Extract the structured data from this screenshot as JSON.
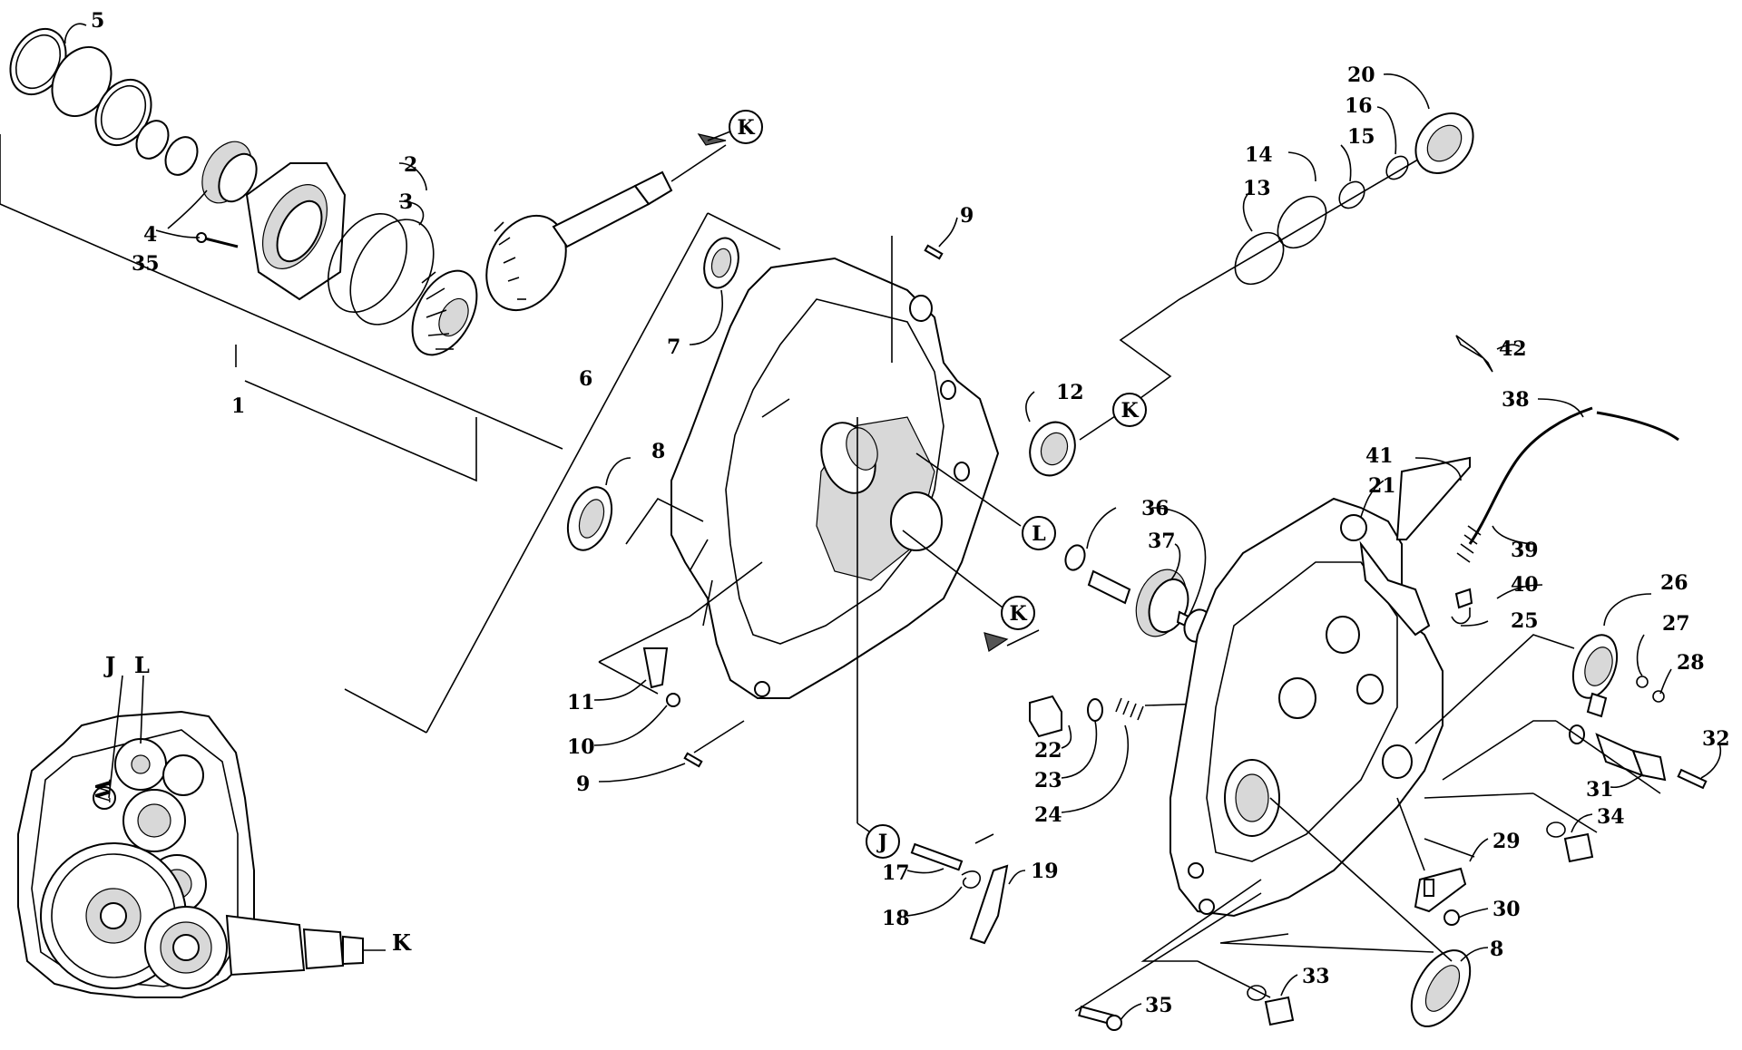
{
  "callouts": {
    "c1": "1",
    "c2": "2",
    "c3": "3",
    "c4": "4",
    "c5": "5",
    "c6": "6",
    "c7": "7",
    "c8a": "8",
    "c8b": "8",
    "c9a": "9",
    "c9b": "9",
    "c10": "10",
    "c11": "11",
    "c12": "12",
    "c13": "13",
    "c14": "14",
    "c15": "15",
    "c16": "16",
    "c17": "17",
    "c18": "18",
    "c19": "19",
    "c20": "20",
    "c21": "21",
    "c22": "22",
    "c23": "23",
    "c24": "24",
    "c25": "25",
    "c26": "26",
    "c27": "27",
    "c28": "28",
    "c29": "29",
    "c30": "30",
    "c31": "31",
    "c32": "32",
    "c33": "33",
    "c34": "34",
    "c35a": "35",
    "c35b": "35",
    "c36": "36",
    "c37": "37",
    "c38": "38",
    "c39": "39",
    "c40": "40",
    "c41": "41",
    "c42": "42"
  },
  "markers": {
    "k_top": "K",
    "k_mid": "K",
    "k_case": "K",
    "k_inset": "K",
    "l_case": "L",
    "l_inset": "L",
    "j_case": "J",
    "j_inset": "J"
  }
}
